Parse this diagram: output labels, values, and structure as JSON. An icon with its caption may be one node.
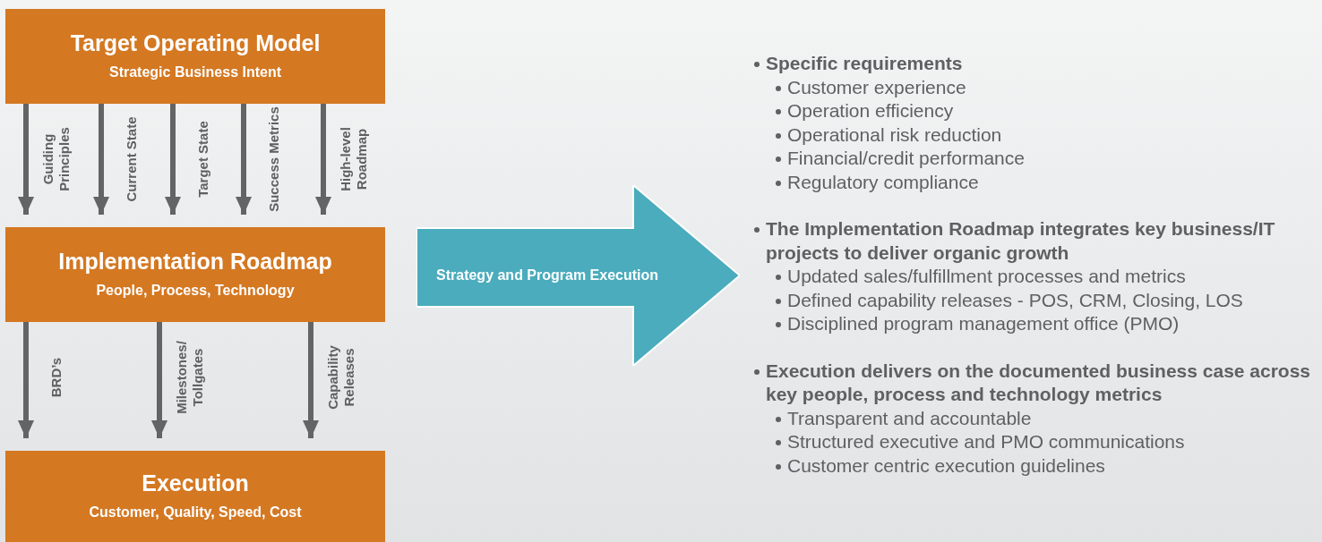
{
  "diagram": {
    "nodes": [
      {
        "text": [
          "Target Operating Model",
          "Strategic Business Intent"
        ]
      },
      {
        "text": [
          "Implementation Roadmap",
          "People, Process, Technology"
        ]
      },
      {
        "text": [
          "Execution",
          "Customer, Quality, Speed, Cost"
        ]
      },
      {
        "text": [
          "Strategy and Program Execution"
        ]
      }
    ],
    "edges": [
      {
        "from": 0,
        "to": 1,
        "arrow": "to",
        "label": "Guiding Principles"
      },
      {
        "from": 0,
        "to": 1,
        "arrow": "to",
        "label": "Current State"
      },
      {
        "from": 0,
        "to": 1,
        "arrow": "to",
        "label": "Target State"
      },
      {
        "from": 0,
        "to": 1,
        "arrow": "to",
        "label": "Success Metrics"
      },
      {
        "from": 0,
        "to": 1,
        "arrow": "to",
        "label": "High-level Roadmap"
      },
      {
        "from": 1,
        "to": 2,
        "arrow": "to",
        "label": "BRD’s"
      },
      {
        "from": 1,
        "to": 2,
        "arrow": "to",
        "label": "Milestones/ Tollgates"
      },
      {
        "from": 1,
        "to": 2,
        "arrow": "to",
        "label": "Capability Releases"
      }
    ],
    "labels": [
      "Specific requirements",
      "Customer experience",
      "Operation efficiency",
      "Operational risk reduction",
      "Financial/credit performance",
      "Regulatory compliance",
      "The Implementation Roadmap integrates key business/IT projects to deliver organic growth",
      "Updated sales/fulfillment processes and metrics",
      "Defined capability releases - POS, CRM, Closing, LOS",
      "Disciplined program management office (PMO)",
      "Execution delivers on the documented business case across key people, process and technology metrics",
      "Transparent and accountable",
      "Structured executive and PMO communications",
      "Customer centric execution guidelines"
    ]
  }
}
